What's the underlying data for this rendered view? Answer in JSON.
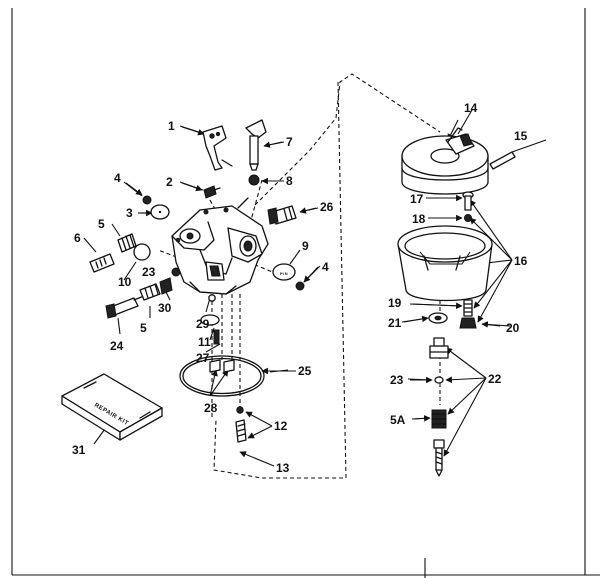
{
  "callouts": {
    "c1": "1",
    "c2": "2",
    "c3": "3",
    "c4a": "4",
    "c4b": "4",
    "c5a": "5",
    "c5b": "5",
    "c5A": "5A",
    "c6": "6",
    "c7": "7",
    "c8": "8",
    "c9": "9",
    "c10": "10",
    "c11": "11",
    "c12": "12",
    "c13": "13",
    "c14": "14",
    "c15": "15",
    "c16": "16",
    "c17": "17",
    "c18": "18",
    "c19": "19",
    "c20": "20",
    "c21": "21",
    "c22": "22",
    "c23a": "23",
    "c23b": "23",
    "c24": "24",
    "c25": "25",
    "c26": "26",
    "c27": "27",
    "c28": "28",
    "c29": "29",
    "c30": "30",
    "c31": "31"
  },
  "repair_kit": {
    "label": "REPAIR KIT"
  },
  "colors": {
    "ink": "#111111",
    "paper": "#ffffff"
  }
}
